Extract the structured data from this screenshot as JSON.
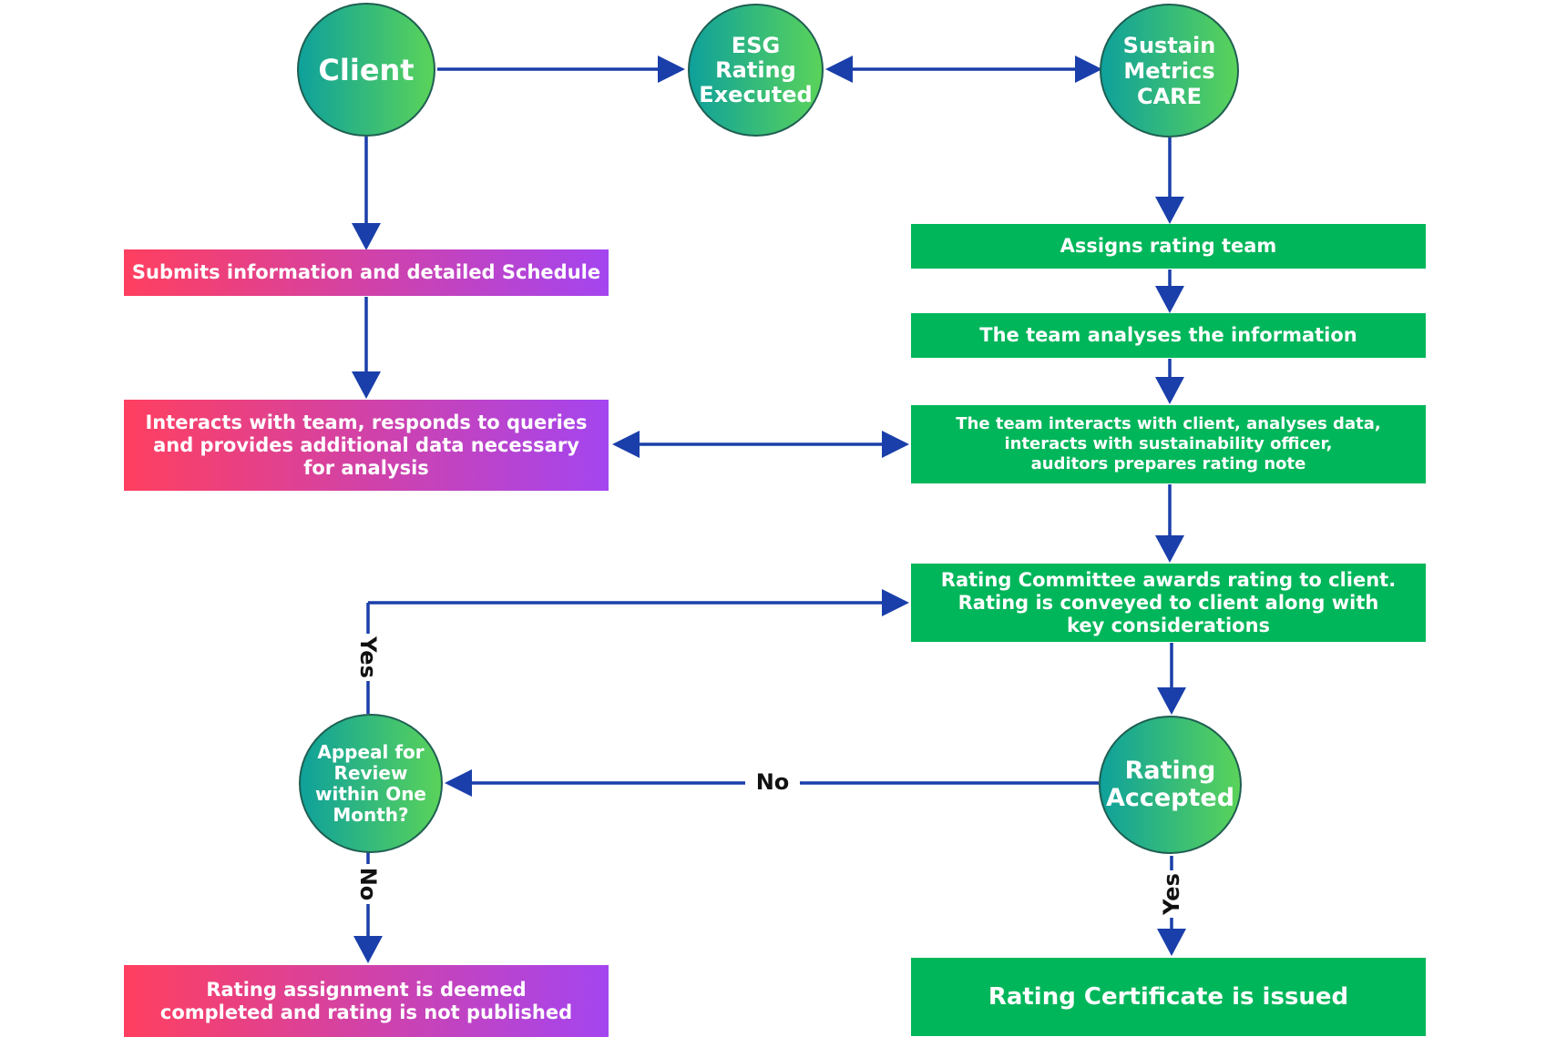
{
  "nodes": {
    "client": "Client",
    "esg": "ESG\nRating\nExecuted",
    "sustain": "Sustain\nMetrics\nCARE",
    "submits": "Submits information and detailed Schedule",
    "interacts": "Interacts with team, responds to queries\nand provides additional data necessary\nfor analysis",
    "assigns": "Assigns rating team",
    "analyses": "The team analyses the information",
    "team_interacts": "The team interacts with client, analyses data,\ninteracts with sustainability officer,\nauditors prepares rating note",
    "committee": "Rating Committee awards rating to client.\nRating is conveyed to client along with\nkey considerations",
    "accepted": "Rating\nAccepted",
    "appeal": "Appeal for\nReview\nwithin One\nMonth?",
    "deemed": "Rating assignment is deemed\ncompleted and rating is not published",
    "certificate": "Rating Certificate is issued"
  },
  "edge_labels": {
    "yes_appeal": "Yes",
    "no_accepted": "No",
    "no_appeal": "No",
    "yes_accepted": "Yes"
  },
  "colors": {
    "arrow": "#1a3faa",
    "green_box": "#00b65a",
    "circle_start": "#0fa19b",
    "circle_end": "#5ad35a",
    "pink_start": "#ff3f5f",
    "pink_end": "#a445f0"
  }
}
